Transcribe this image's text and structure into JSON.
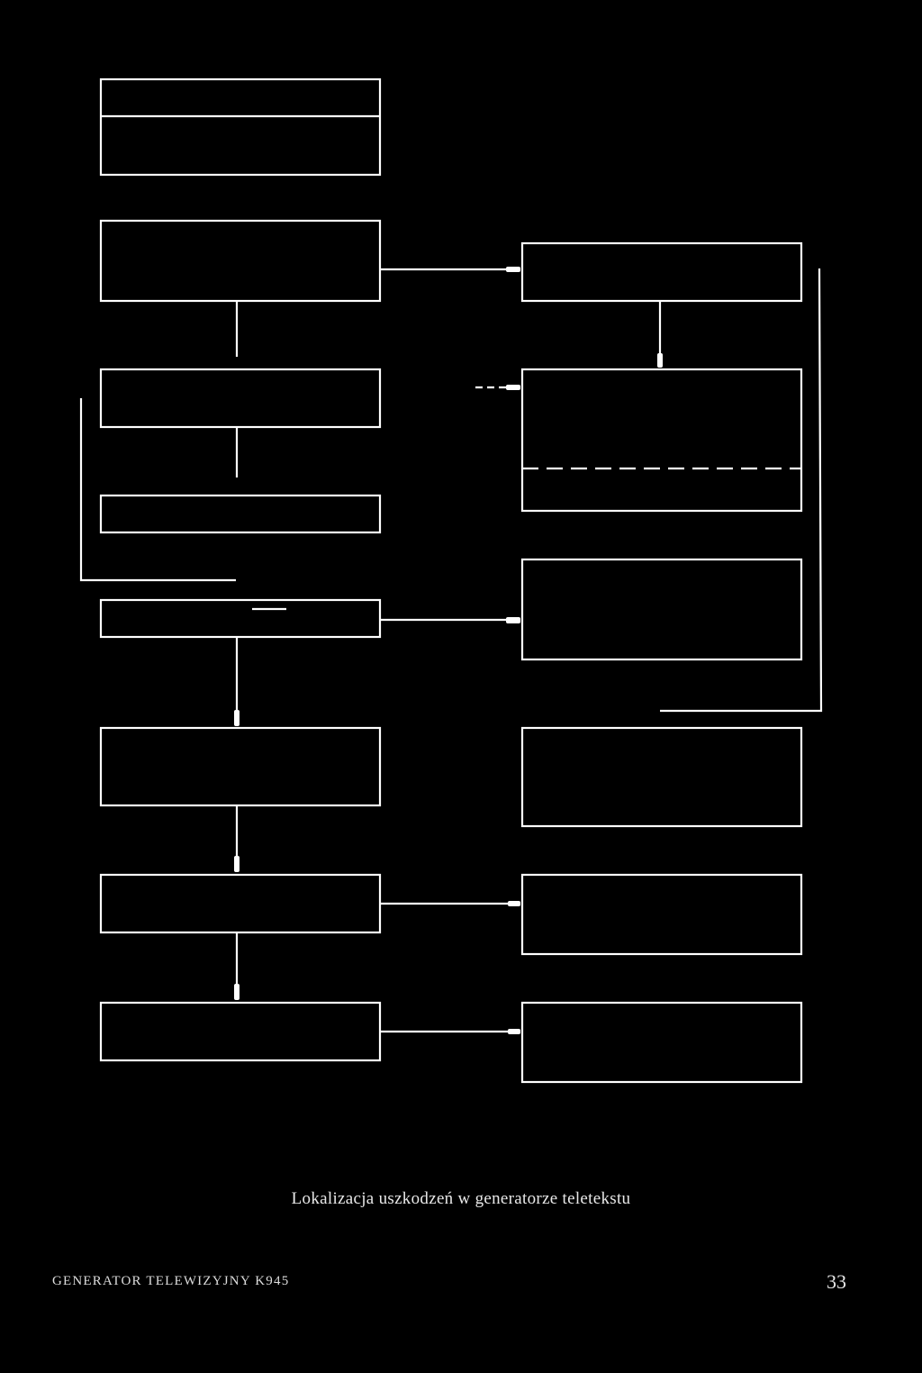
{
  "caption": "Lokalizacja uszkodzeń w generatorze teletekstu",
  "footer": {
    "title": "GENERATOR TELEWIZYJNY K945",
    "page_number": "33"
  },
  "colors": {
    "background": "#000000",
    "line": "#ffffff"
  }
}
